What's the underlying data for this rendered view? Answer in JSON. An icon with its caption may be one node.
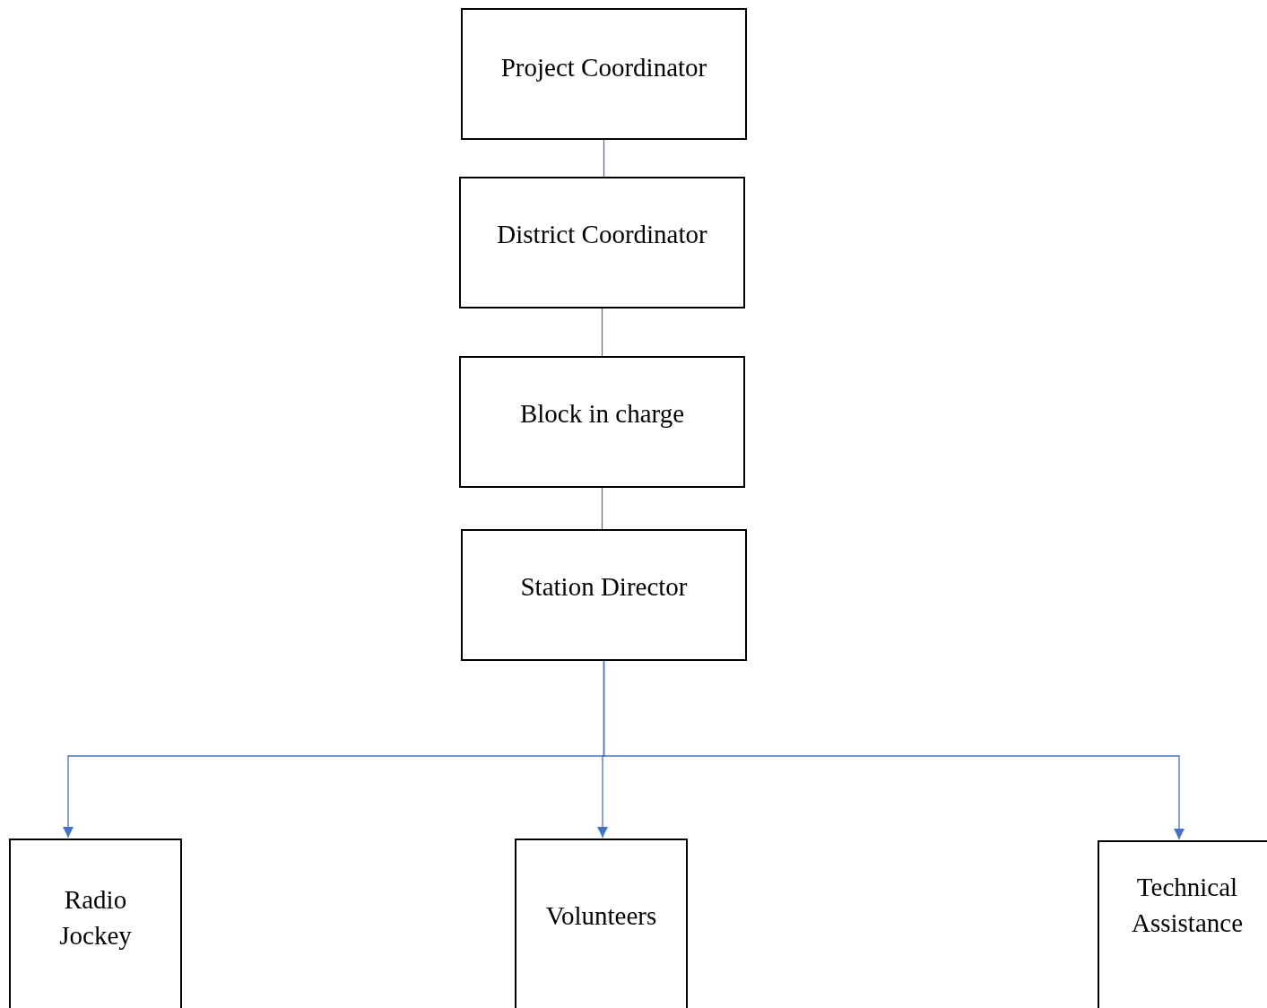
{
  "diagram": {
    "nodes": [
      {
        "text": [
          "Project Coordinator"
        ]
      },
      {
        "text": [
          "District Coordinator"
        ]
      },
      {
        "text": [
          "Block in charge"
        ]
      },
      {
        "text": [
          "Station Director"
        ]
      },
      {
        "text": [
          "Radio Jockey"
        ]
      },
      {
        "text": [
          "Volunteers"
        ]
      },
      {
        "text": [
          "Technical Assistance"
        ]
      }
    ],
    "edges": [
      {
        "from": 0,
        "to": 1,
        "arrow": "none"
      },
      {
        "from": 1,
        "to": 2,
        "arrow": "none"
      },
      {
        "from": 2,
        "to": 3,
        "arrow": "none"
      },
      {
        "from": 3,
        "to": 4,
        "arrow": "to"
      },
      {
        "from": 3,
        "to": 5,
        "arrow": "to"
      },
      {
        "from": 3,
        "to": 6,
        "arrow": "to"
      }
    ]
  }
}
